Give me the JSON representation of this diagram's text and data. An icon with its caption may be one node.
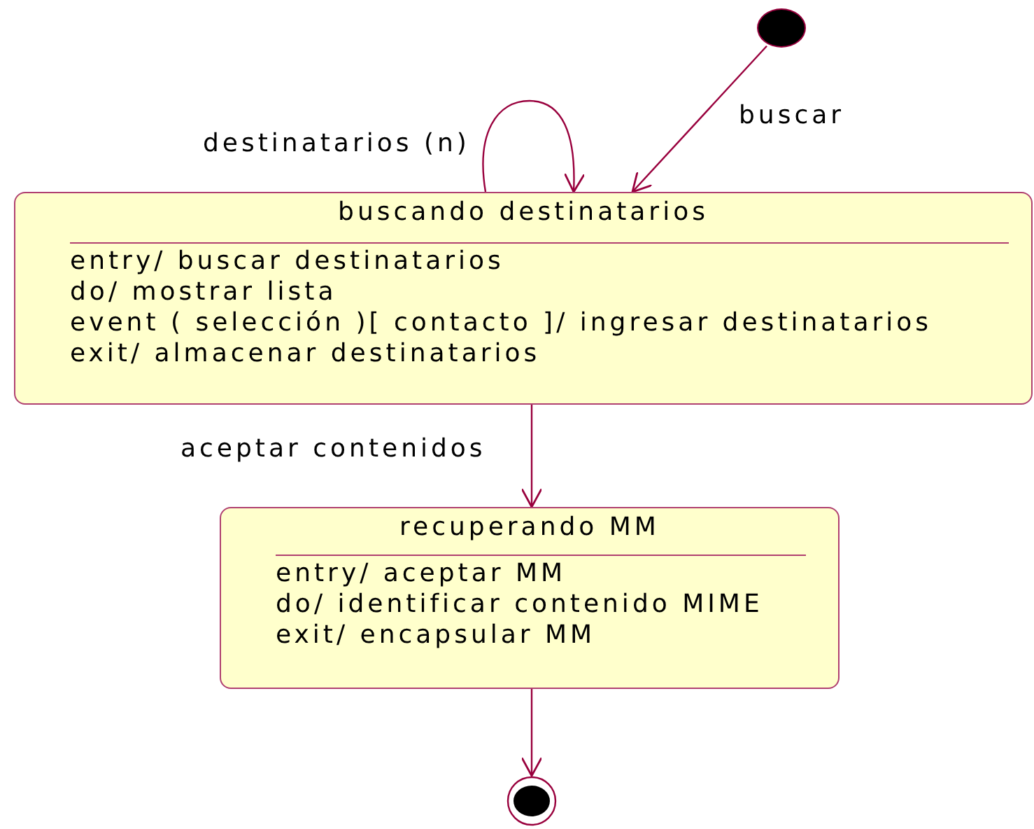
{
  "diagram": {
    "nodes": [
      {
        "text": [],
        "shape": "circle"
      },
      {
        "text": [
          "buscando destinatarios",
          "entry/ buscar destinatarios",
          "do/ mostrar lista",
          "event ( selección )[ contacto ]/ ingresar destinatarios",
          "exit/ almacenar destinatarios"
        ]
      },
      {
        "text": [
          "recuperando MM",
          "entry/ aceptar MM",
          "do/ identificar contenido MIME",
          "exit/ encapsular MM"
        ]
      },
      {
        "text": [],
        "shape": "circle"
      }
    ],
    "edges": [
      {
        "from": 0,
        "to": 1,
        "arrow": "to",
        "label": "buscar"
      },
      {
        "from": 1,
        "to": 1,
        "arrow": "to",
        "label": "destinatarios (n)"
      },
      {
        "from": 1,
        "to": 2,
        "arrow": "to",
        "label": "aceptar contenidos"
      },
      {
        "from": 2,
        "to": 3,
        "arrow": "to"
      }
    ]
  }
}
